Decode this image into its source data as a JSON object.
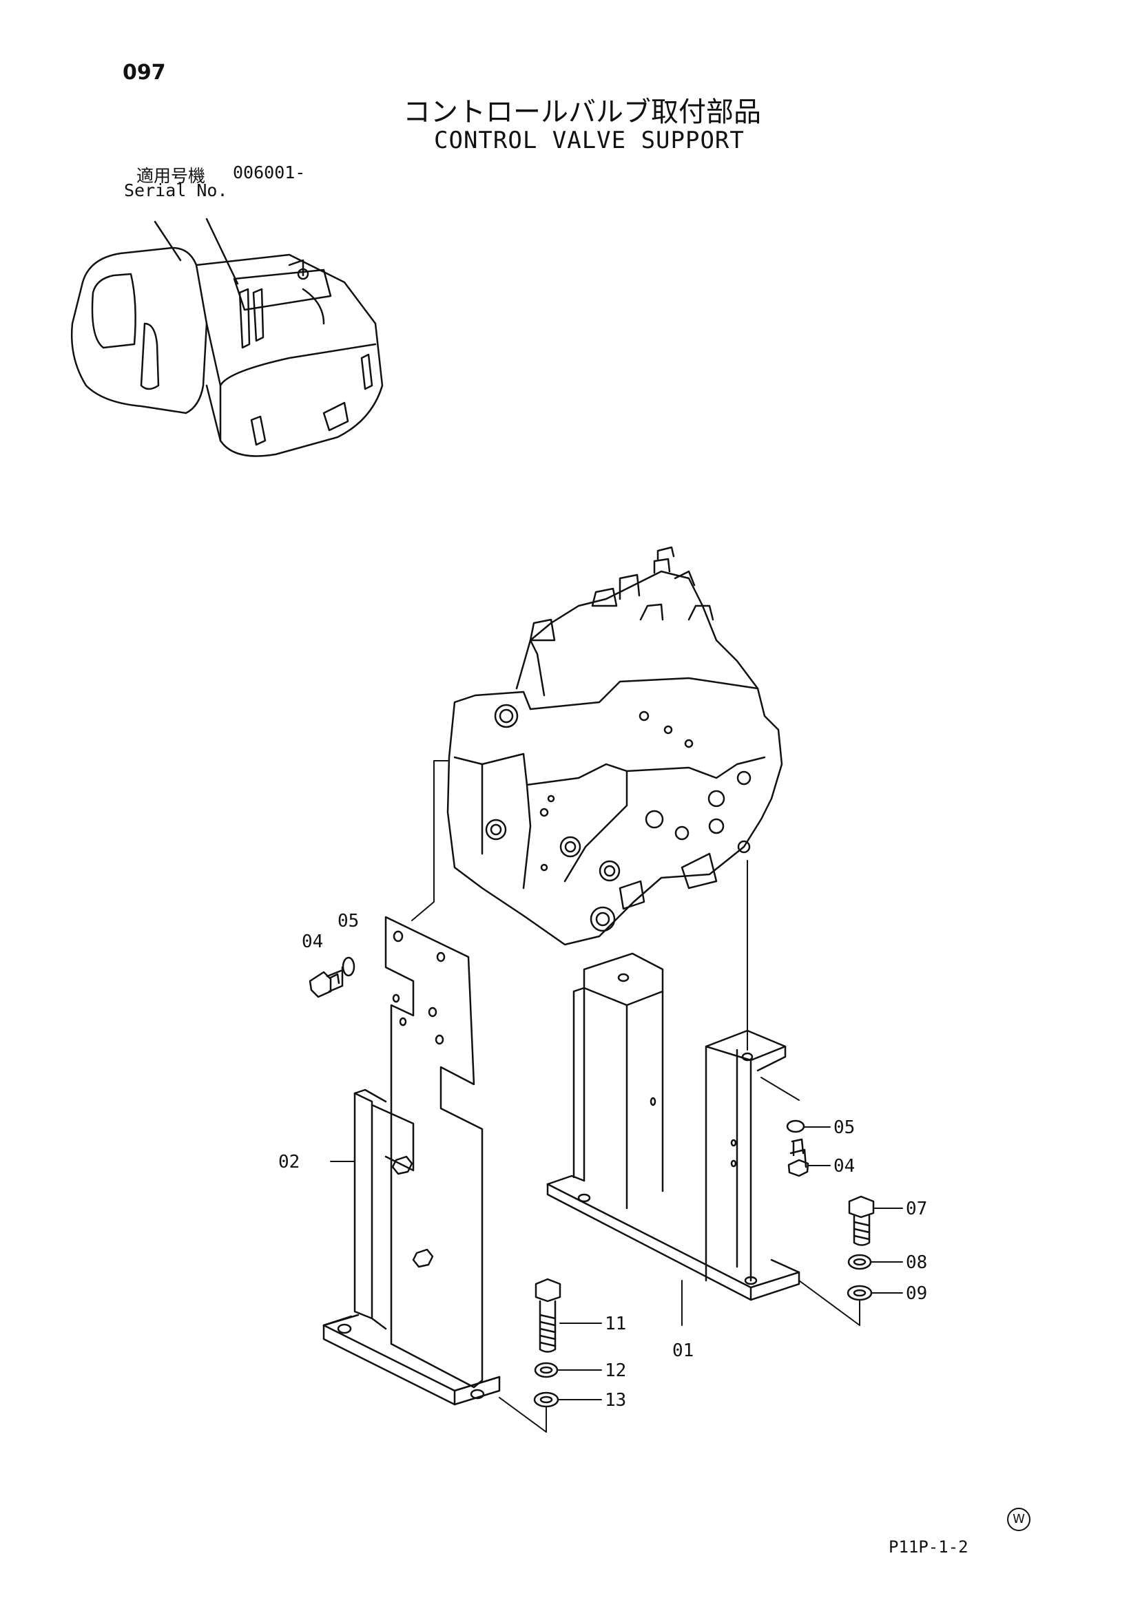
{
  "page_number": "097",
  "title_jp": "コントロールバルブ取付部品",
  "title_en": "CONTROL VALVE SUPPORT",
  "applicable_jp": "適用号機",
  "serial_value": "006001-",
  "serial_label": "Serial No.",
  "footer_code": "P11P-1-2",
  "w_mark": "W",
  "callouts": {
    "c01": "01",
    "c02": "02",
    "c04a": "04",
    "c05a": "05",
    "c05b": "05",
    "c04b": "04",
    "c07": "07",
    "c08": "08",
    "c09": "09",
    "c11": "11",
    "c12": "12",
    "c13": "13"
  }
}
